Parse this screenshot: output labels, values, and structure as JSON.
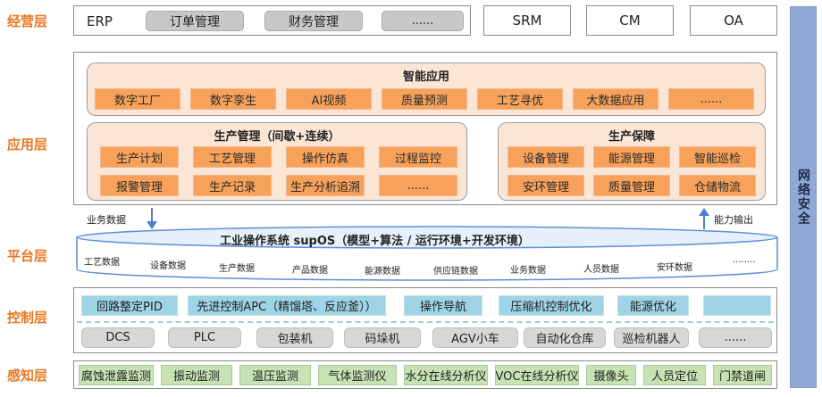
{
  "layers": {
    "business": "经营层",
    "application": "应用层",
    "platform": "平台层",
    "control": "控制层",
    "perception": "感知层"
  },
  "business": {
    "erp": "ERP",
    "order_mgmt": "订单管理",
    "finance_mgmt": "财务管理",
    "more": "......",
    "srm": "SRM",
    "cm": "CM",
    "oa": "OA"
  },
  "smart_app": {
    "title": "智能应用",
    "items": [
      "数字工厂",
      "数字孪生",
      "AI视频",
      "质量预测",
      "工艺寻优",
      "大数据应用",
      "......"
    ]
  },
  "production_mgmt": {
    "title": "生产管理（间歇+连续）",
    "items": [
      "生产计划",
      "工艺管理",
      "操作仿真",
      "过程监控",
      "报警管理",
      "生产记录",
      "生产分析追溯",
      "......"
    ]
  },
  "production_support": {
    "title": "生产保障",
    "items": [
      "设备管理",
      "能源管理",
      "智能巡检",
      "安环管理",
      "质量管理",
      "仓储物流"
    ]
  },
  "flow": {
    "business_data": "业务数据",
    "capability_output": "能力输出"
  },
  "platform": {
    "title": "工业操作系统 supOS（模型+算法 / 运行环境+开发环境）",
    "data": [
      "工艺数据",
      "设备数据",
      "生产数据",
      "产品数据",
      "能源数据",
      "供应链数据",
      "业务数据",
      "人员数据",
      "安环数据",
      "........"
    ]
  },
  "control_apps": [
    "回路整定PID",
    "先进控制APC（精馏塔、反应釜））",
    "操作导航",
    "压缩机控制优化",
    "能源优化",
    ""
  ],
  "control_devices": [
    "DCS",
    "PLC",
    "包装机",
    "码垛机",
    "AGV小车",
    "自动化仓库",
    "巡检机器人",
    "......"
  ],
  "perception": [
    "腐蚀泄露监测",
    "振动监测",
    "温压监测",
    "气体监测仪",
    "水分在线分析仪",
    "VOC在线分析仪",
    "摄像头",
    "人员定位",
    "门禁道闸"
  ],
  "security": "网络安全",
  "colors": {
    "layer_label": "#e87722",
    "orange_item": "#f7a15a",
    "panel_bg": "#fbe6d6",
    "control_app": "#9fd3e6",
    "perception_item": "#c7e3b4",
    "security_bar": "#8fa9d6",
    "arrow": "#4a7fd4"
  }
}
